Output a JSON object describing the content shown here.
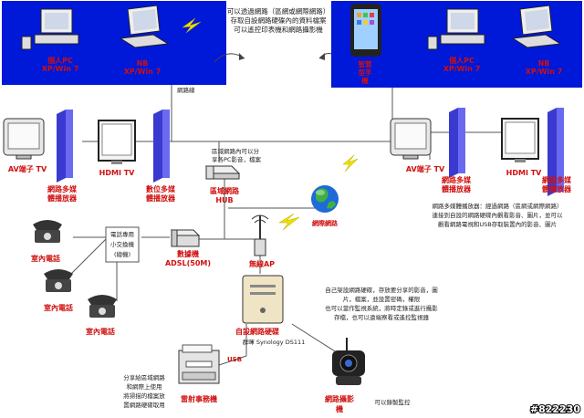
{
  "left_box": {
    "pc_label": [
      "個人PC",
      "XP/Win 7"
    ],
    "nb_label": [
      "NB",
      "XP/Win 7"
    ]
  },
  "center_note": [
    "可以透過網路（區網或網際網路）",
    "存取自設網路硬碟內的資料檔案",
    "可以遙控印表機和網路攝影機"
  ],
  "right_box": {
    "phone_label": [
      "智慧",
      "型手",
      "機"
    ],
    "pc_label": [
      "個人PC",
      "XP/Win 7"
    ],
    "nb_label": [
      "NB",
      "XP/Win 7"
    ]
  },
  "cable_label": "網路線",
  "left_devices": {
    "av_tv": "AV端子 TV",
    "player1": [
      "網路多媒",
      "體播放器"
    ],
    "hdmi_tv": "HDMI TV",
    "player2": [
      "數位多媒",
      "體播放器"
    ]
  },
  "right_devices": {
    "av_tv": "AV端子 TV",
    "player1": [
      "網路多媒",
      "體播放器"
    ],
    "hdmi_tv": "HDMI TV",
    "player2": [
      "網路多媒",
      "體播放器"
    ]
  },
  "hub_note": [
    "區域網路內可以分",
    "享各PC影音，檔案"
  ],
  "hub_label": [
    "區域網路",
    "HUB"
  ],
  "internet_label": "網際網路",
  "right_note": [
    "網路多媒體播放器：經過網路（區網或網際網路）",
    "連接到自設的網路硬碟內觀看影音、圖片，並可以",
    "觀看網路電視和USB存取裝置內的影音、圖片"
  ],
  "pbx_label": [
    "電話專用",
    "小交換機",
    "(總機)"
  ],
  "phone_label": "室內電話",
  "modem_label": [
    "數據機",
    "ADSL(50M)"
  ],
  "ap_label": "無線AP",
  "nas_note": [
    "自己架設網路硬碟，存放要分享的影音，圖",
    "片，檔案，並設置密碼，權限",
    "也可以當作監視系統，將時定錄或進行攝影",
    "存檔，也可以遠端察看或遙控監視器"
  ],
  "nas_label": "自設網路硬碟",
  "nas_model": "群暉 Synology  DS111",
  "usb_label": "USB",
  "printer_note": [
    "分享給區域網路",
    "和網際上使用",
    "將掃描的檔案放",
    "置網路硬碟取用"
  ],
  "printer_label": "雷射事務機",
  "camera_label": [
    "網路攝影",
    "機"
  ],
  "camera_note": "可以錄製監控",
  "watermark": "#822230"
}
